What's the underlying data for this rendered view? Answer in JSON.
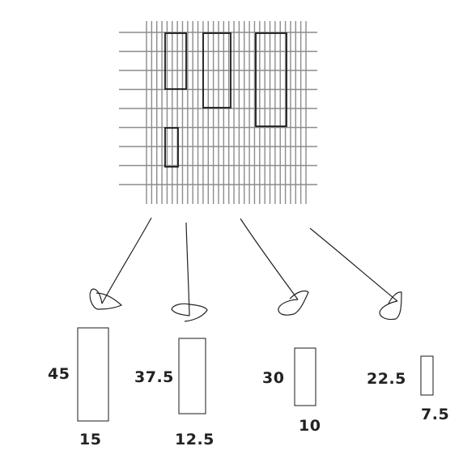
{
  "colors": {
    "grid_line": "#8c8c8c",
    "outline": "#1a1a1a",
    "arrow": "#222222",
    "text": "#222222",
    "background": "#ffffff"
  },
  "rectangles": [
    {
      "height_label": "45",
      "width_label": "15"
    },
    {
      "height_label": "37.5",
      "width_label": "12.5"
    },
    {
      "height_label": "30",
      "width_label": "10"
    },
    {
      "height_label": "22.5",
      "width_label": "7.5"
    }
  ]
}
